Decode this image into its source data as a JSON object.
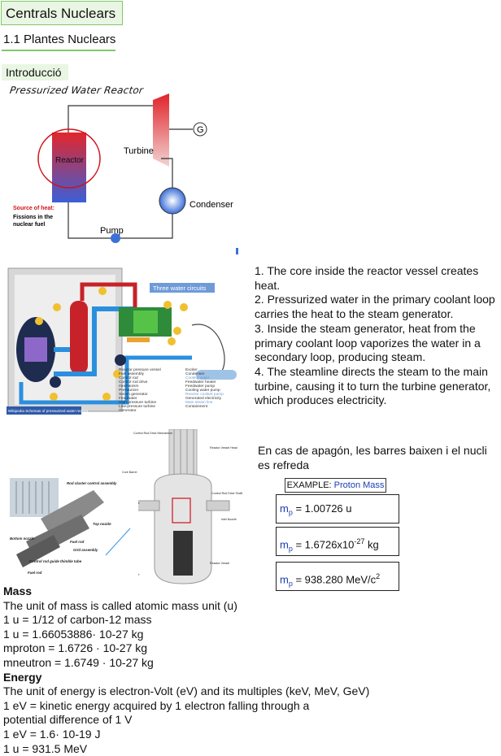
{
  "header": {
    "title": "Centrals Nuclears",
    "section": "1.1 Plantes Nuclears",
    "intro": "Introducció",
    "handwritten": "Pressurized Water Reactor"
  },
  "pwr_diagram": {
    "turbine": "Turbine",
    "generator": "G",
    "reactor": "Reactor",
    "condenser": "Condenser",
    "pump": "Pump",
    "source_heat": "Source of heat:",
    "fissions": [
      "Fissions in the",
      "nuclear fuel"
    ]
  },
  "plant_diagram": {
    "banner": "Three water circuits",
    "legend_left": [
      "Reactor pressure vessel",
      "Fuel assembly",
      "Control rod",
      "Control rod drive",
      "mechanism",
      "Pressurizer",
      "Steam generator",
      "Feedwater",
      "High-pressure turbine",
      "Low-pressure turbine",
      "Generator"
    ],
    "legend_right": [
      "Exciter",
      "Condenser",
      "Cooling water",
      "Feedwater heater",
      "Feedwater pump",
      "Cooling water pump",
      "Reactor coolant pump",
      "Generated electricity",
      "Main steam line",
      "Containment"
    ],
    "caption": "Wikipedia Schemas of pressurized water reactor"
  },
  "steps": [
    "1. The core inside the reactor vessel creates heat.",
    "2. Pressurized water in the primary coolant loop carries the heat to the steam generator.",
    "3. Inside the steam generator, heat from the primary coolant loop vaporizes the water in a secondary loop, producing steam.",
    "4. The steamline directs the steam to the main turbine, causing it to turn the turbine generator, which produces electricity."
  ],
  "apagon": "En cas de apagón, les barres baixen i el nucli es refreda",
  "vessel_labels": {
    "drive": "Control Rod Drive Mechanism",
    "head": "Reactor Vessel Head",
    "barrel": "Core Barrel",
    "outlet": "Outlet Nozzle",
    "inlet": "Inlet Nozzle",
    "shaft": "Control Rod Drive Shaft",
    "vessel": "Reactor Vessel",
    "support": "Core Support",
    "rod_cluster": "Rod cluster control assembly",
    "top_nozzle": "Top nozzle",
    "fuel_rod": "Fuel rod",
    "grid": "Grid assembly",
    "bottom": "Bottom nozzle",
    "guide": "Control rod guide thimble tube",
    "fuel_rod2": "Fuel rod"
  },
  "example": {
    "prefix": "EXAMPLE: ",
    "name": "Proton Mass"
  },
  "mass_boxes": [
    {
      "m": "m",
      "sub": "p",
      "val": " = 1.00726 u",
      "sup": "",
      "tail": ""
    },
    {
      "m": "m",
      "sub": "p",
      "val": " = 1.6726x10",
      "sup": "-27",
      "tail": " kg"
    },
    {
      "m": "m",
      "sub": "p",
      "val": " = 938.280 MeV/c",
      "sup": "2",
      "tail": ""
    }
  ],
  "notes": {
    "mass_head": "Mass",
    "mass_lines": [
      "The unit of mass is called atomic mass unit (u)",
      "1 u = 1/12 of carbon-12 mass",
      "1 u = 1.66053886· 10-27 kg",
      "mproton = 1.6726 · 10-27 kg",
      "mneutron = 1.6749 · 10-27 kg"
    ],
    "energy_head": "Energy",
    "energy_lines": [
      "The unit of energy is electron-Volt (eV) and its multiples (keV, MeV, GeV)",
      "1 eV = kinetic energy acquired by 1 electron falling through a",
      "potential difference of 1 V",
      "1 eV = 1.6· 10-19 J",
      "1 u = 931.5 MeV"
    ]
  },
  "colors": {
    "accent": "#7fc86a",
    "blue": "#1a3fb0",
    "red": "#d0131b"
  }
}
